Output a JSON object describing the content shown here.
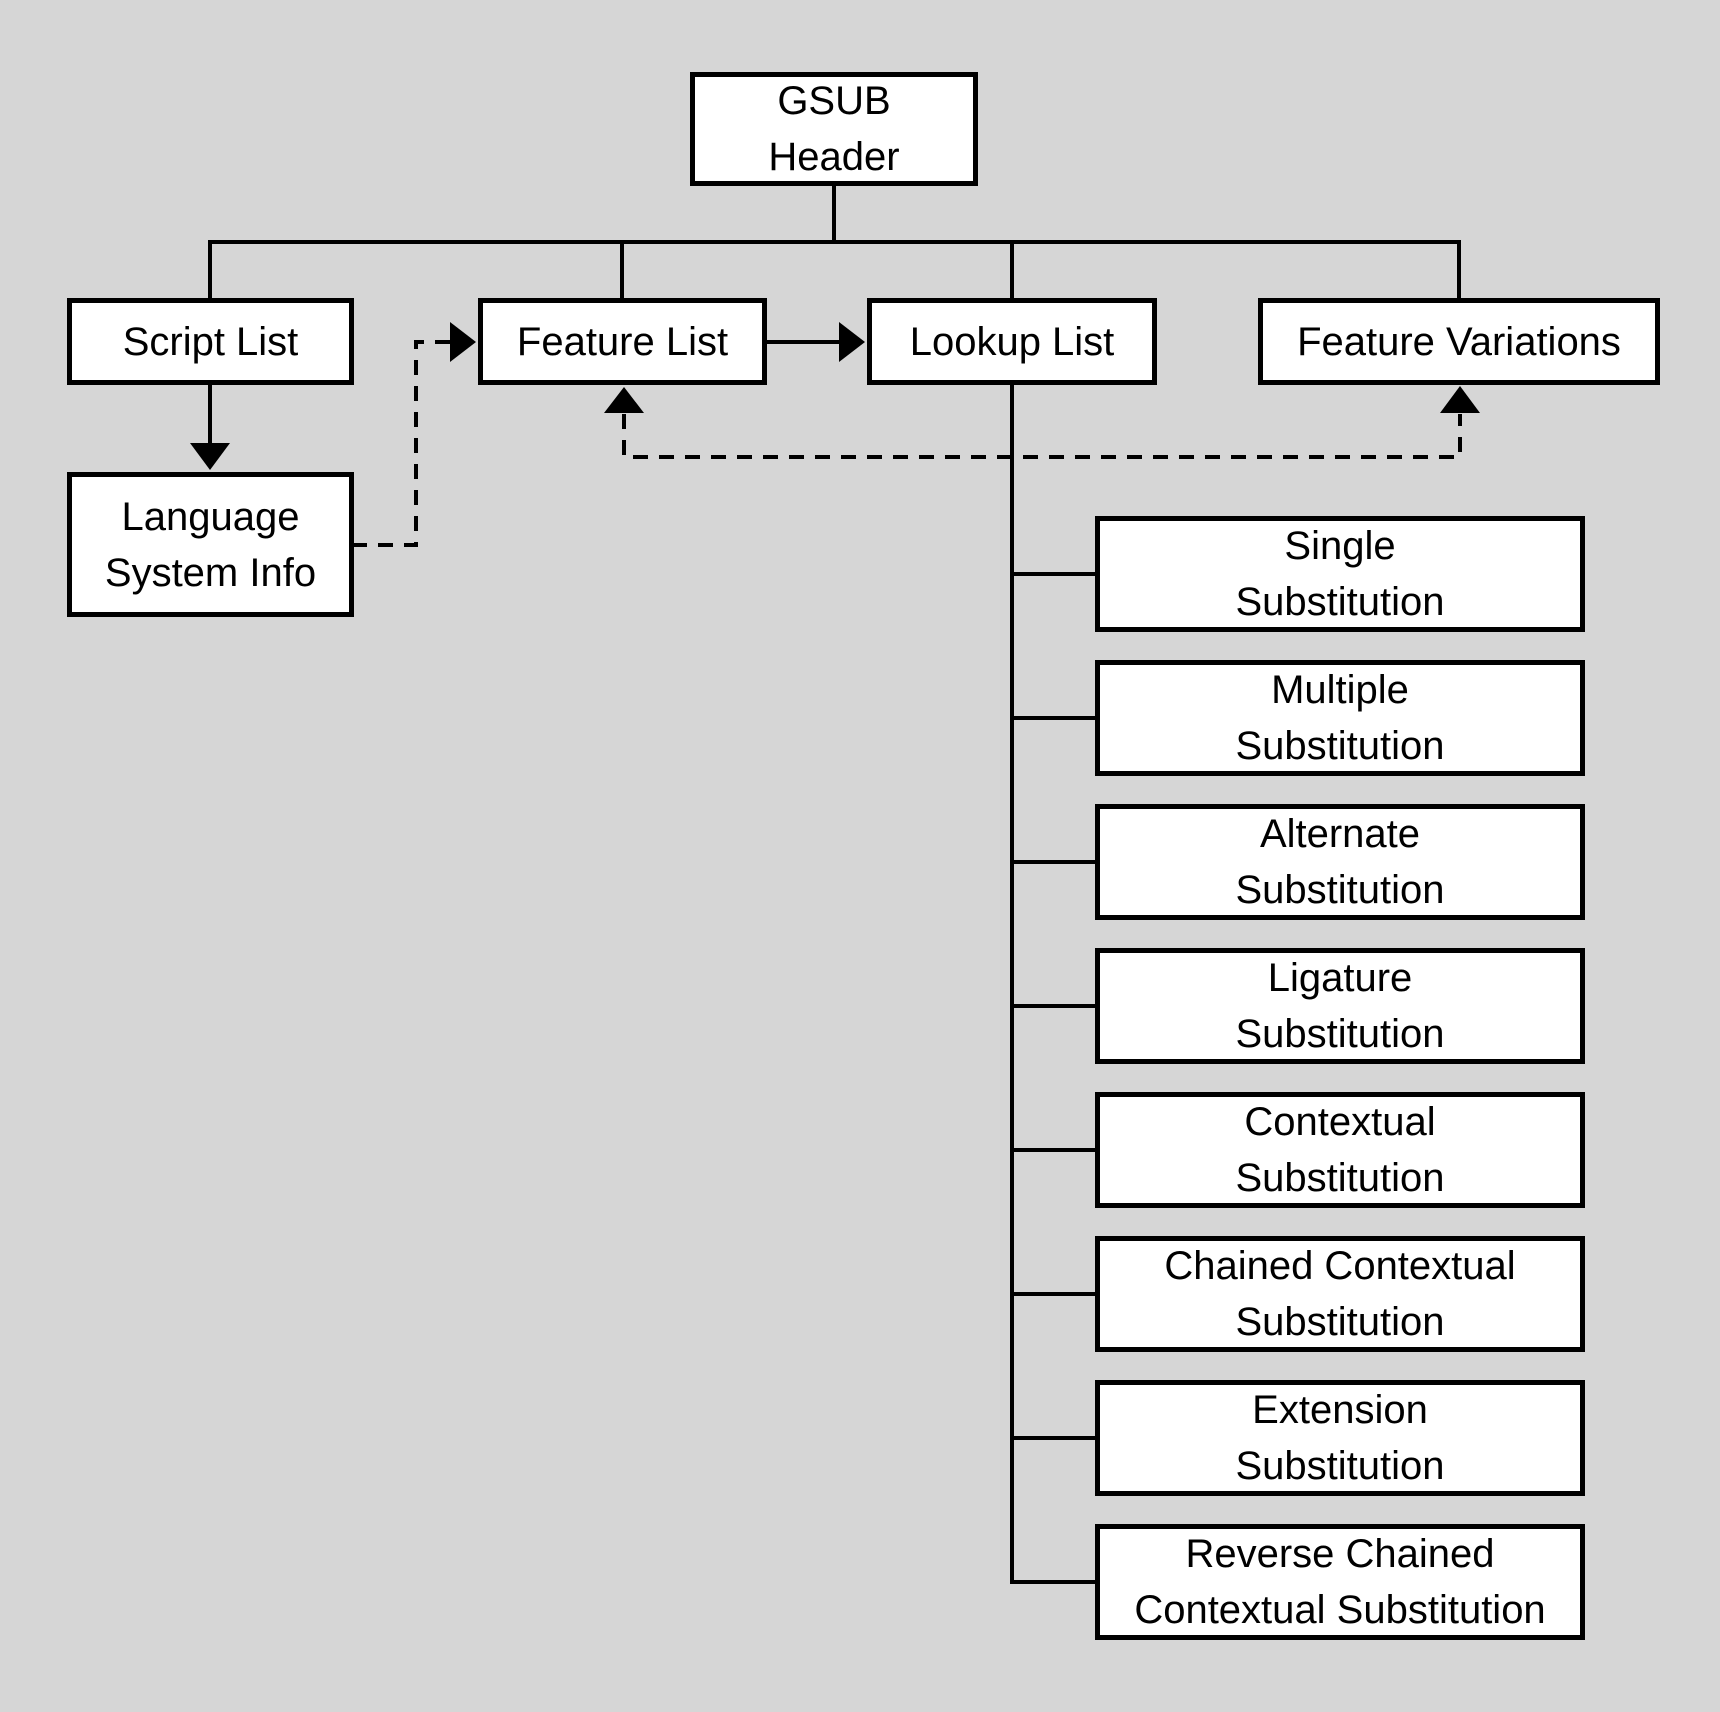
{
  "colors": {
    "background": "#d6d6d6",
    "box_fill": "#ffffff",
    "line": "#000000"
  },
  "nodes": {
    "gsub_header": {
      "lines": [
        "GSUB",
        "Header"
      ]
    },
    "script_list": {
      "lines": [
        "Script List"
      ]
    },
    "feature_list": {
      "lines": [
        "Feature List"
      ]
    },
    "lookup_list": {
      "lines": [
        "Lookup List"
      ]
    },
    "feature_variations": {
      "lines": [
        "Feature Variations"
      ]
    },
    "language_system_info": {
      "lines": [
        "Language",
        "System Info"
      ]
    },
    "lookup_types": [
      {
        "lines": [
          "Single",
          "Substitution"
        ]
      },
      {
        "lines": [
          "Multiple",
          "Substitution"
        ]
      },
      {
        "lines": [
          "Alternate",
          "Substitution"
        ]
      },
      {
        "lines": [
          "Ligature",
          "Substitution"
        ]
      },
      {
        "lines": [
          "Contextual",
          "Substitution"
        ]
      },
      {
        "lines": [
          "Chained Contextual",
          "Substitution"
        ]
      },
      {
        "lines": [
          "Extension",
          "Substitution"
        ]
      },
      {
        "lines": [
          "Reverse Chained",
          "Contextual Substitution"
        ]
      }
    ]
  }
}
